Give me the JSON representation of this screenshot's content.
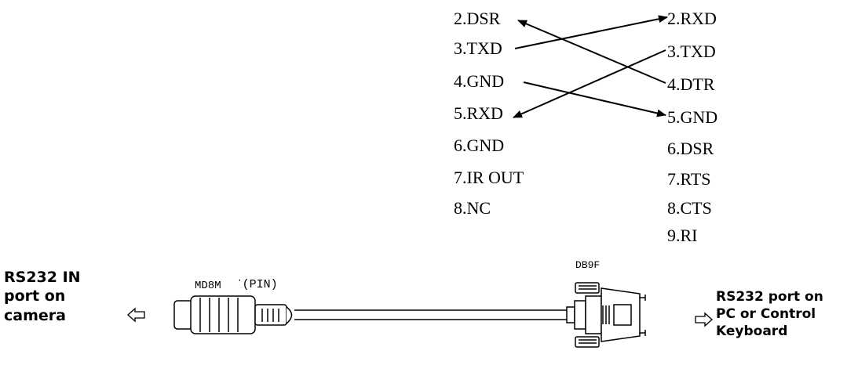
{
  "diagram": {
    "left_pins": [
      "2.DSR",
      "3.TXD",
      "4.GND",
      "5.RXD",
      "6.GND",
      "7.IR OUT",
      "8.NC"
    ],
    "right_pins": [
      "2.RXD",
      "3.TXD",
      "4.DTR",
      "5.GND",
      "6.DSR",
      "7.RTS",
      "8.CTS",
      "9.RI"
    ],
    "connections": [
      {
        "from": "3.TXD",
        "to": "2.RXD"
      },
      {
        "from": "4.DTR",
        "to": "2.DSR"
      },
      {
        "from": "3.TXD",
        "to": "5.RXD"
      },
      {
        "from": "4.GND",
        "to": "5.GND"
      }
    ]
  },
  "cable": {
    "md8m_label": "MD8M",
    "pin_label": "(PIN)",
    "db9f_label": "DB9F",
    "left_port_label": [
      "RS232 IN",
      "port on",
      "camera"
    ],
    "right_port_label": [
      "RS232 port on",
      "PC or Control",
      "Keyboard"
    ],
    "left_arrow_icon": "hollow-left-arrow-icon",
    "right_arrow_icon": "hollow-right-arrow-icon"
  }
}
